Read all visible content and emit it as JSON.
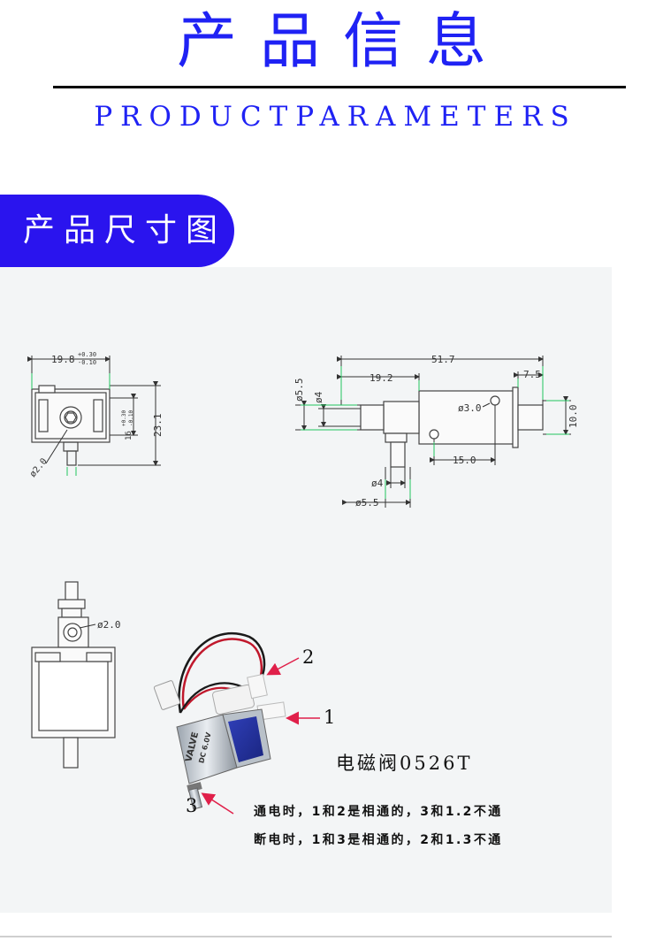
{
  "header": {
    "title_cn": "产品信息",
    "title_en": "PRODUCTPARAMETERS"
  },
  "section": {
    "label": "产品尺寸图"
  },
  "dims": {
    "width_main": "19.8",
    "width_tol_upper": "+0.30",
    "width_tol_lower": "-0.10",
    "inner_width": "16",
    "inner_tol_upper": "+0.30",
    "inner_tol_lower": "-0.10",
    "height_total": "23.1",
    "port_dia_left": "ø2.0",
    "length_total": "51.7",
    "length_port": "19.2",
    "length_end": "7.5",
    "port_outer_dia": "ø5.5",
    "port_inner_dia": "ø4",
    "hole_dia": "ø3.0",
    "hole_spacing": "15.0",
    "height_side": "10.0",
    "bottom_port_inner": "ø4",
    "bottom_port_outer": "ø5.5",
    "port_dia_bottom": "ø2.0"
  },
  "photo": {
    "product_name": "电磁阀0526T",
    "label_valve": "VALVE",
    "label_voltage": "DC 6.0V",
    "port_1": "1",
    "port_2": "2",
    "port_3": "3",
    "note_powered": "通电时，1和2是相通的，3和1.2不通",
    "note_unpowered": "断电时，1和3是相通的，2和1.3不通"
  },
  "colors": {
    "title_blue": "#1f22f4",
    "tab_blue": "#2a14ee",
    "dim_green": "#22c55e",
    "arrow_red": "#e0204a"
  }
}
